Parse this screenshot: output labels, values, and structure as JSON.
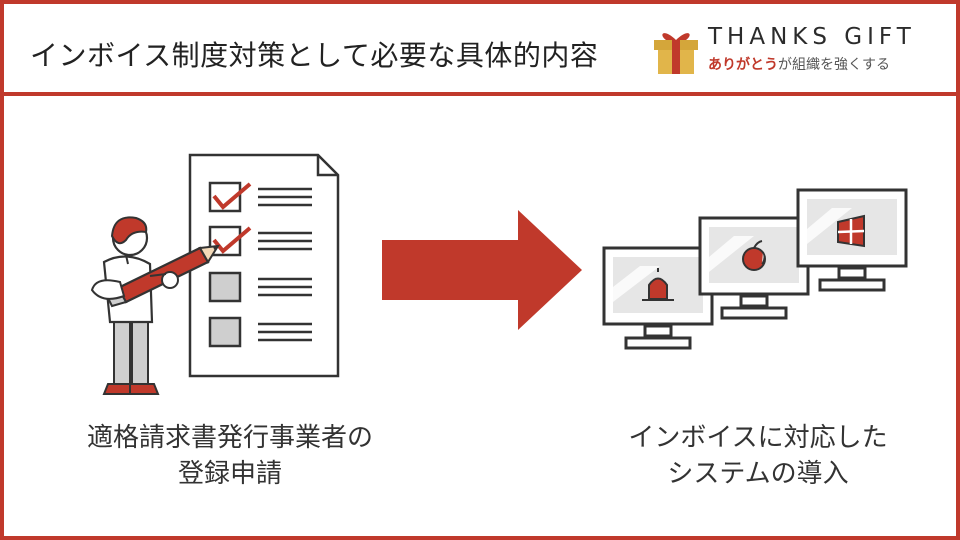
{
  "header": {
    "title": "インボイス制度対策として必要な具体的内容"
  },
  "logo": {
    "name": "THANKS GIFT",
    "tagline_accent": "ありがとう",
    "tagline_rest": "が組織を強くする"
  },
  "left": {
    "caption_line1": "適格請求書発行事業者の",
    "caption_line2": "登録申請"
  },
  "right": {
    "caption_line1": "インボイスに対応した",
    "caption_line2": "システムの導入"
  },
  "colors": {
    "accent": "#c0392b",
    "frame": "#c0392b",
    "text": "#333333"
  }
}
